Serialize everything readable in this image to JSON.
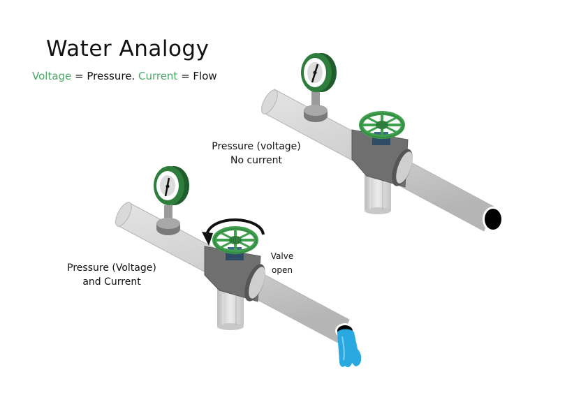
{
  "title": "Water Analogy",
  "subtitle": {
    "term1": "Voltage",
    "text1": " = Pressure.  ",
    "term2": "Current",
    "text2": " = Flow"
  },
  "labels": {
    "closed_line1": "Pressure (voltage)",
    "closed_line2": "No current",
    "open_line1": "Pressure (Voltage)",
    "open_line2": "and Current",
    "valve_open": "Valve open"
  },
  "colors": {
    "accent_green": "#4aa868",
    "gauge_green": "#2e7d3c",
    "valve_green": "#3fa04e",
    "water_blue": "#29a9e0",
    "pipe_gray": "#d2d2d2",
    "fitting_gray": "#6f6f6f"
  }
}
